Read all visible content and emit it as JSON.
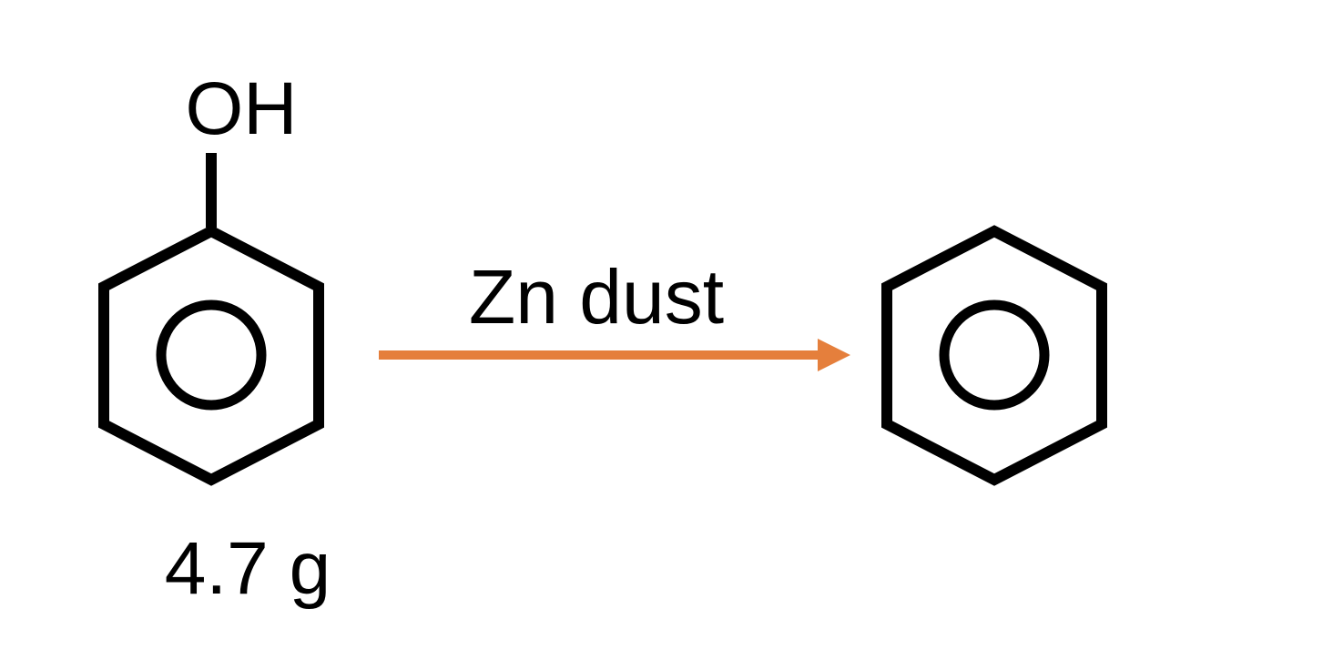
{
  "reactant": {
    "substituent_label": "OH",
    "mass_label": "4.7 g"
  },
  "reagent": {
    "label": "Zn dust"
  },
  "colors": {
    "bond": "#000000",
    "arrow": "#e57f3c",
    "background": "#ffffff"
  }
}
